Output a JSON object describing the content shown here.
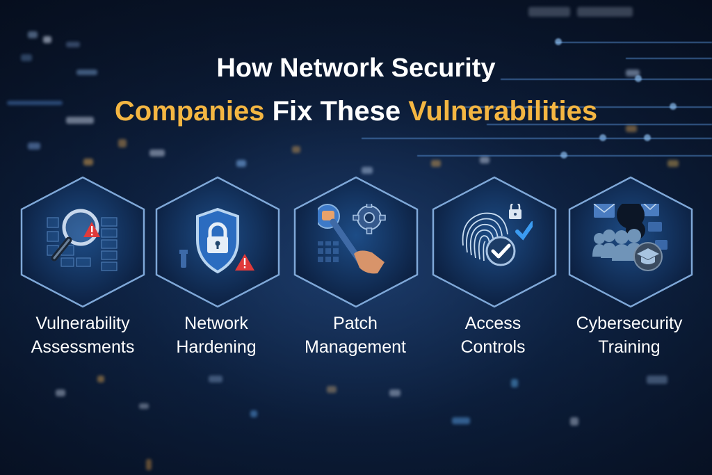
{
  "title": {
    "line1": "How Network Security",
    "line2_part1": "Companies",
    "line2_part2": " Fix These ",
    "line2_part3": "Vulnerabilities"
  },
  "colors": {
    "accent_gold": "#f4b642",
    "text_white": "#ffffff",
    "background": "#0a1628",
    "hex_border": "#7fa8d8",
    "alert_red": "#e03a3a"
  },
  "items": [
    {
      "line1": "Vulnerability",
      "line2": "Assessments",
      "icon": "magnifier-alert-icon"
    },
    {
      "line1": "Network",
      "line2": "Hardening",
      "icon": "shield-lock-icon"
    },
    {
      "line1": "Patch",
      "line2": "Management",
      "icon": "wrench-gear-icon"
    },
    {
      "line1": "Access",
      "line2": "Controls",
      "icon": "fingerprint-check-icon"
    },
    {
      "line1": "Cybersecurity",
      "line2": "Training",
      "icon": "group-graduation-icon"
    }
  ]
}
